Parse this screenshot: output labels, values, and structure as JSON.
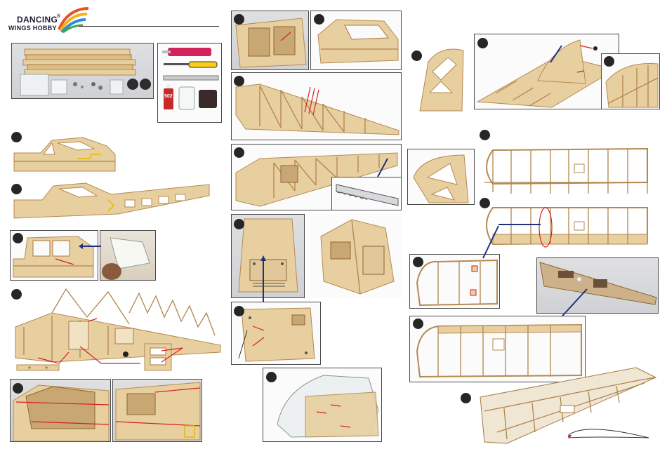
{
  "brand": {
    "name_line1": "DANCING",
    "name_line2": "WINGS HOBBY",
    "registered_mark": "®"
  },
  "tools": {
    "glue_tube_label": "502"
  },
  "colors": {
    "wood": "#e8cfa0",
    "wood_dark": "#b48a52",
    "callout_red": "#d32020",
    "callout_blue": "#20307e",
    "step_badge": "#262626"
  }
}
